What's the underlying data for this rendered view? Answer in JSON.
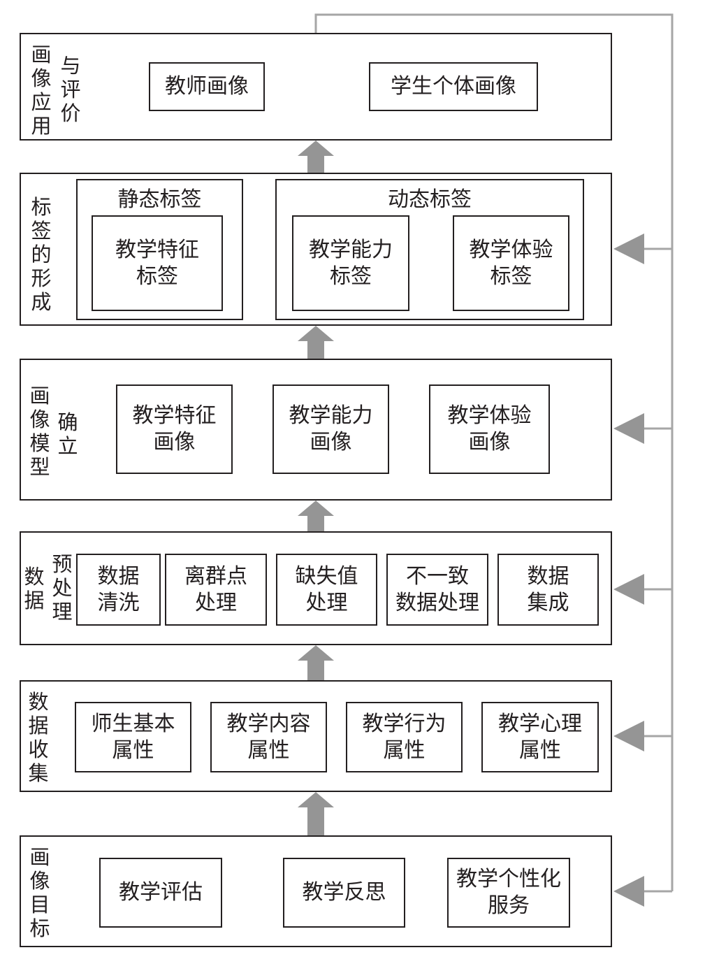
{
  "colors": {
    "line": "#231f20",
    "arrow": "#959595",
    "feedback": "#a6a6a6"
  },
  "layers": {
    "application": {
      "label_main": "画像应用",
      "label_side": "与评价",
      "items": [
        "教师画像",
        "学生个体画像"
      ]
    },
    "tag_formation": {
      "label": "标签的形成",
      "static_group": {
        "title": "静态标签",
        "items": [
          "教学特征\n标签"
        ]
      },
      "dynamic_group": {
        "title": "动态标签",
        "items": [
          "教学能力\n标签",
          "教学体验\n标签"
        ]
      }
    },
    "model": {
      "label_main": "画像模型",
      "label_side": "确立",
      "items": [
        "教学特征\n画像",
        "教学能力\n画像",
        "教学体验\n画像"
      ]
    },
    "preprocess": {
      "label_main": "数据",
      "label_side": "预处理",
      "items": [
        "数据\n清洗",
        "离群点\n处理",
        "缺失值\n处理",
        "不一致\n数据处理",
        "数据\n集成"
      ]
    },
    "collection": {
      "label": "数据收集",
      "items": [
        "师生基本\n属性",
        "教学内容\n属性",
        "教学行为\n属性",
        "教学心理\n属性"
      ]
    },
    "goal": {
      "label": "画像目标",
      "items": [
        "教学评估",
        "教学反思",
        "教学个性化\n服务"
      ]
    }
  }
}
